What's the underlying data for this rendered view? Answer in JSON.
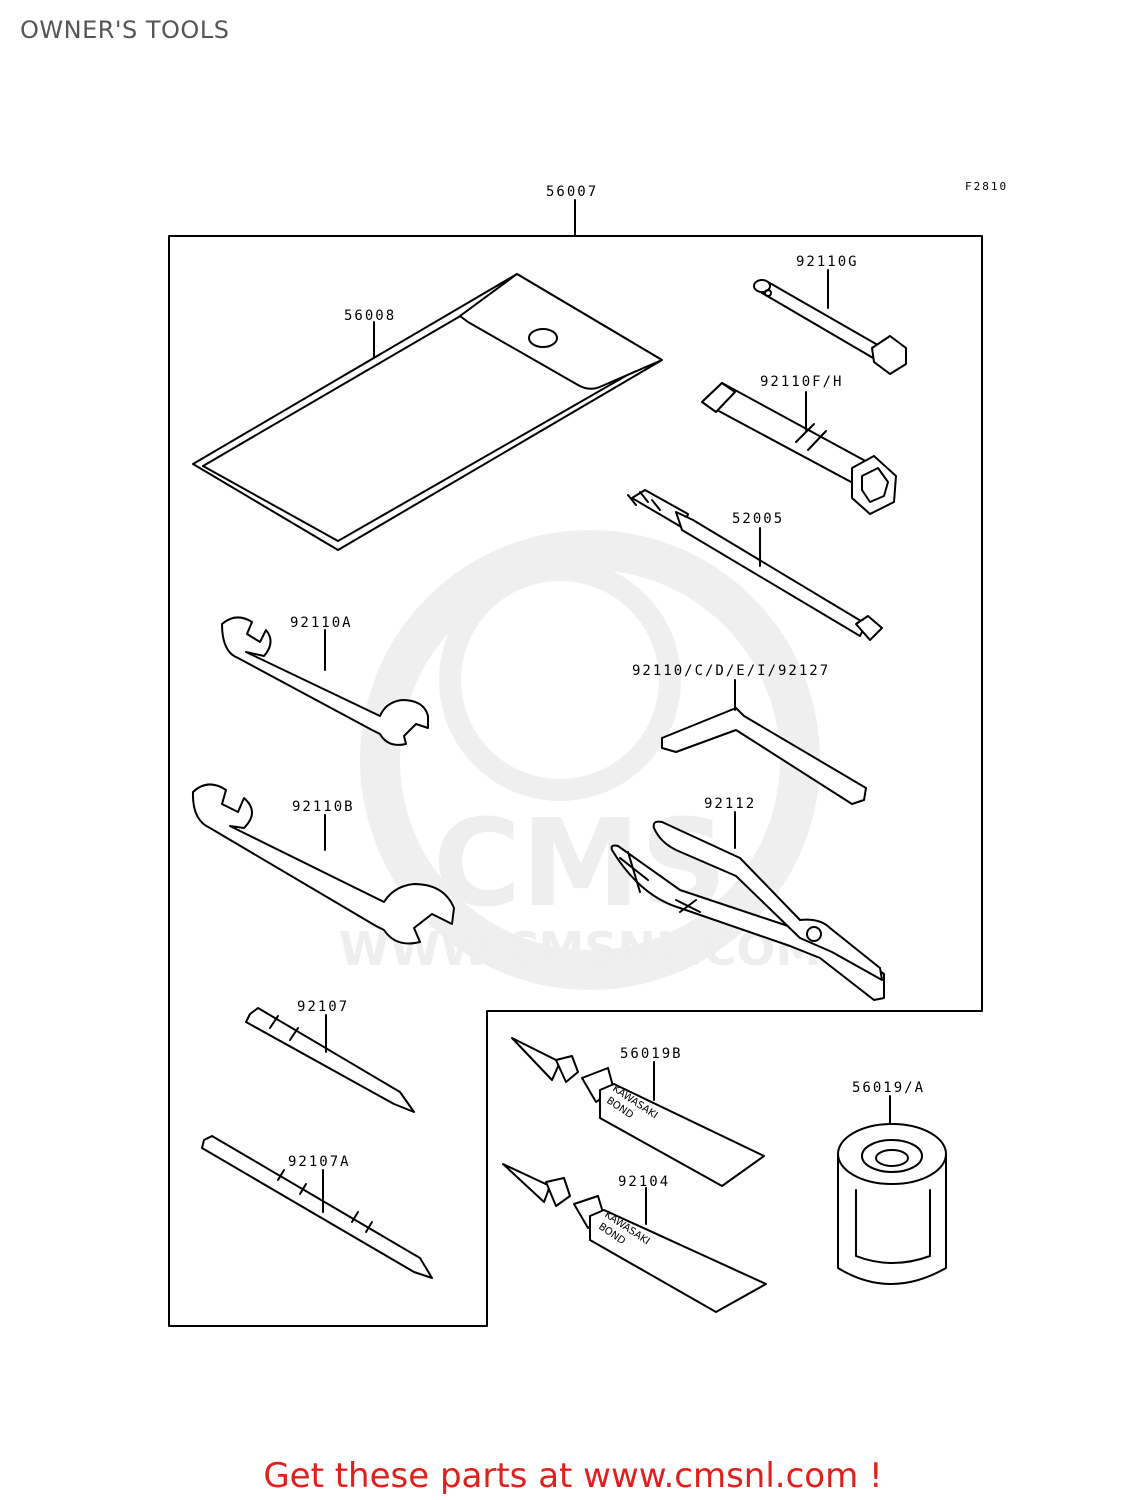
{
  "page": {
    "title": "OWNER'S TOOLS"
  },
  "figure": {
    "code": "F2810"
  },
  "parts": {
    "kit": "56007",
    "pouch": "56008",
    "plug_wrench_g": "92110G",
    "plug_wrench_fh": "92110F/H",
    "spoke_tool": "52005",
    "wrench_a": "92110A",
    "hex_wrench": "92110/C/D/E/I/92127",
    "wrench_b": "92110B",
    "pliers": "92112",
    "screwdriver": "92107",
    "screwdriver_a": "92107A",
    "bond_b": "56019B",
    "bond": "92104",
    "grease": "56019/A"
  },
  "tube_text": {
    "line1": "KAWASAKI",
    "line2": "BOND"
  },
  "watermark": {
    "text": "WWW.CMSNL.COM",
    "logo": "CMS"
  },
  "footer": {
    "link_text": "Get these parts at www.cmsnl.com !"
  }
}
